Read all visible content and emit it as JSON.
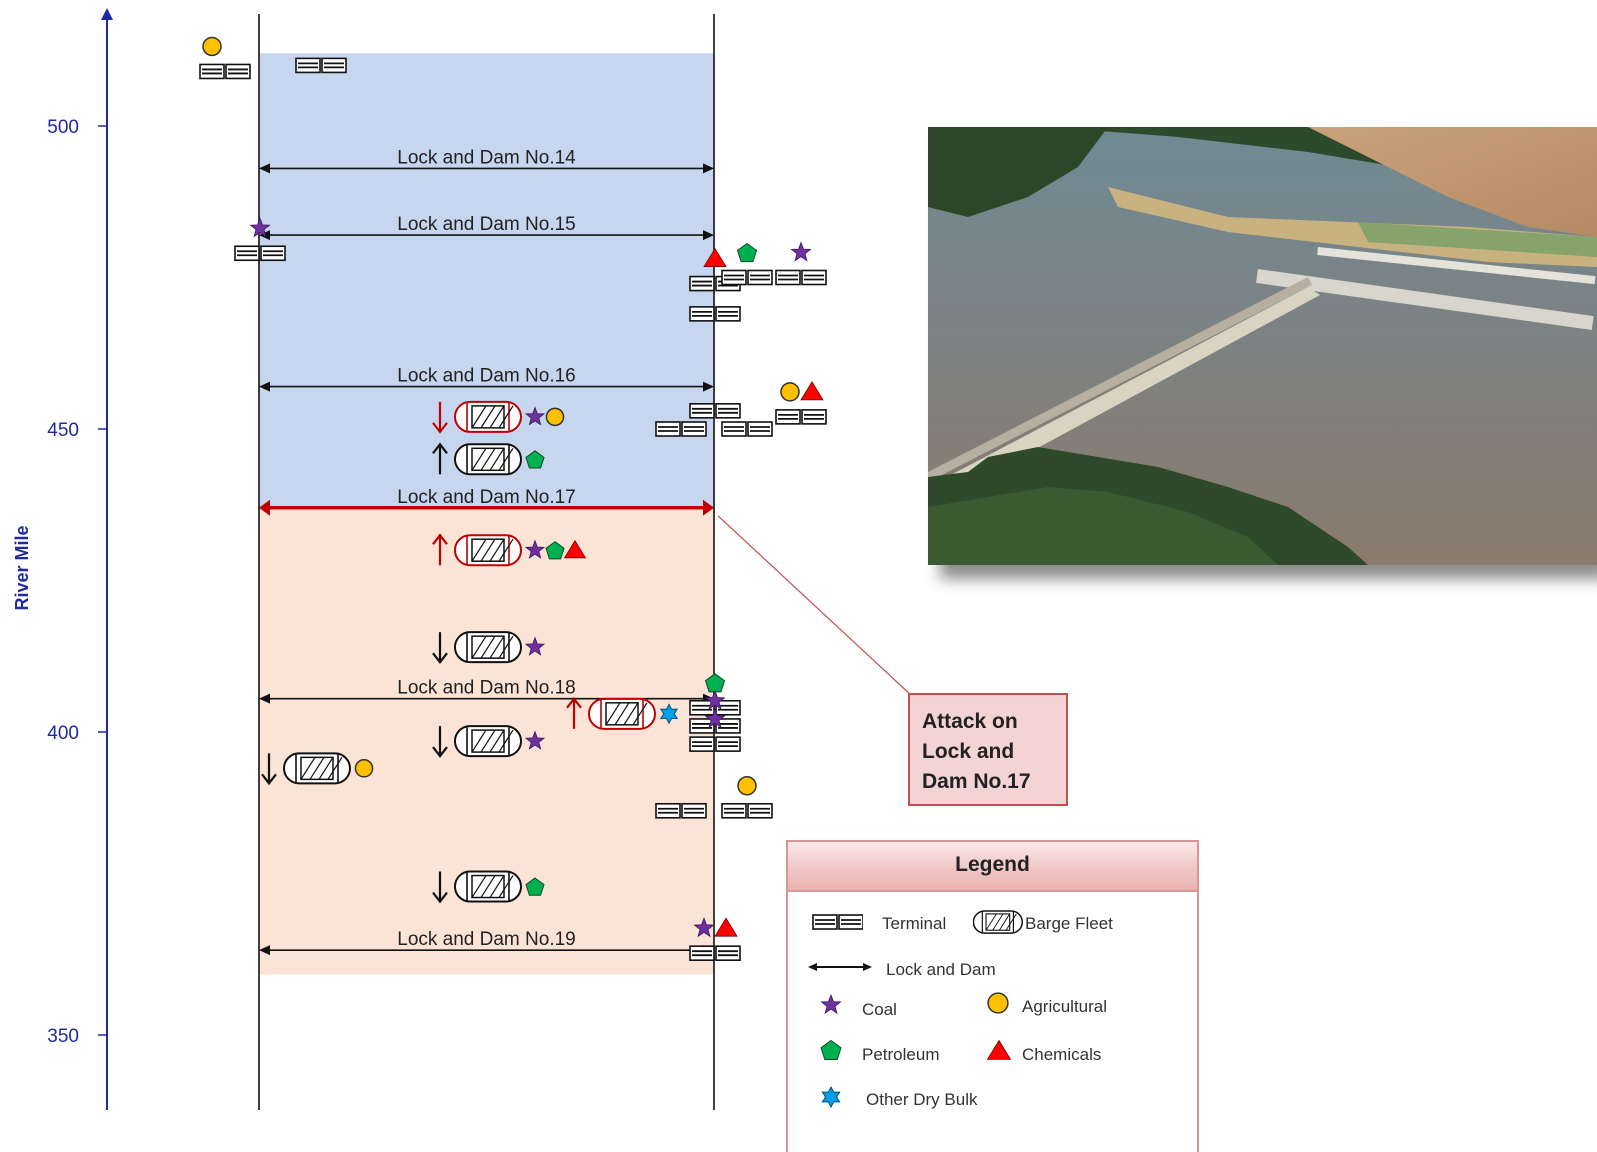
{
  "axis": {
    "title": "River Mile",
    "ticks": [
      {
        "label": "500",
        "value": 500
      },
      {
        "label": "450",
        "value": 450
      },
      {
        "label": "400",
        "value": 400
      },
      {
        "label": "350",
        "value": 350
      }
    ]
  },
  "regions": [
    {
      "name": "upstream",
      "from_mile": 437,
      "to_mile": 512,
      "color": "#c6d6ee"
    },
    {
      "name": "downstream",
      "from_mile": 360,
      "to_mile": 437,
      "color": "#fbe3d6"
    }
  ],
  "locks": [
    {
      "label": "Lock and Dam No.14",
      "mile": 493,
      "attacked": false
    },
    {
      "label": "Lock and Dam No.15",
      "mile": 482,
      "attacked": false
    },
    {
      "label": "Lock and Dam No.16",
      "mile": 457,
      "attacked": false
    },
    {
      "label": "Lock and Dam No.17",
      "mile": 437,
      "attacked": true
    },
    {
      "label": "Lock and Dam No.18",
      "mile": 405.5,
      "attacked": false
    },
    {
      "label": "Lock and Dam No.19",
      "mile": 364,
      "attacked": false
    }
  ],
  "barges": [
    {
      "direction": "down",
      "highlight": true,
      "cargo": [
        "coal",
        "agricultural"
      ],
      "mile": 452,
      "bank": "center"
    },
    {
      "direction": "up",
      "highlight": false,
      "cargo": [
        "petroleum"
      ],
      "mile": 445,
      "bank": "center"
    },
    {
      "direction": "up",
      "highlight": true,
      "cargo": [
        "coal",
        "petroleum",
        "chemicals"
      ],
      "mile": 430,
      "bank": "center"
    },
    {
      "direction": "down",
      "highlight": false,
      "cargo": [
        "coal"
      ],
      "mile": 414,
      "bank": "center"
    },
    {
      "direction": "up",
      "highlight": true,
      "cargo": [
        "other-dry-bulk"
      ],
      "mile": 403,
      "bank": "east"
    },
    {
      "direction": "down",
      "highlight": false,
      "cargo": [
        "coal"
      ],
      "mile": 398.5,
      "bank": "center"
    },
    {
      "direction": "down",
      "highlight": false,
      "cargo": [
        "agricultural"
      ],
      "mile": 394,
      "bank": "west"
    },
    {
      "direction": "down",
      "highlight": false,
      "cargo": [
        "petroleum"
      ],
      "mile": 374.5,
      "bank": "center"
    }
  ],
  "terminals": [
    {
      "bank": "west",
      "mile": 509,
      "cargo": [
        "agricultural"
      ]
    },
    {
      "bank": "west-out",
      "mile": 510,
      "cargo": []
    },
    {
      "bank": "west",
      "mile": 479,
      "cargo": [
        "coal"
      ]
    },
    {
      "bank": "east",
      "mile": 474,
      "cargo": [
        "chemicals"
      ]
    },
    {
      "bank": "east-2",
      "mile": 475,
      "cargo": [
        "petroleum"
      ]
    },
    {
      "bank": "east-3",
      "mile": 475,
      "cargo": [
        "coal"
      ]
    },
    {
      "bank": "east",
      "mile": 469,
      "cargo": []
    },
    {
      "bank": "east",
      "mile": 453,
      "cargo": []
    },
    {
      "bank": "east-in",
      "mile": 450,
      "cargo": []
    },
    {
      "bank": "east-2",
      "mile": 450,
      "cargo": []
    },
    {
      "bank": "east-3",
      "mile": 452,
      "cargo": [
        "agricultural",
        "chemicals"
      ]
    },
    {
      "bank": "east",
      "mile": 404,
      "cargo": [
        "petroleum"
      ]
    },
    {
      "bank": "east",
      "mile": 401,
      "cargo": [
        "coal"
      ]
    },
    {
      "bank": "east",
      "mile": 398,
      "cargo": [
        "coal"
      ]
    },
    {
      "bank": "east-in",
      "mile": 387,
      "cargo": []
    },
    {
      "bank": "east-2",
      "mile": 387,
      "cargo": [
        "agricultural"
      ]
    },
    {
      "bank": "east",
      "mile": 363.5,
      "cargo": [
        "coal",
        "chemicals"
      ]
    }
  ],
  "callout": {
    "text": "Attack on\nLock and\nDam No.17"
  },
  "photo": {
    "description_icon": "lock-and-dam-aerial-photo"
  },
  "legend": {
    "title": "Legend",
    "items": [
      {
        "key": "terminal",
        "label": "Terminal"
      },
      {
        "key": "barge-fleet",
        "label": "Barge Fleet"
      },
      {
        "key": "lock-and-dam",
        "label": "Lock and Dam"
      },
      {
        "key": "coal",
        "label": "Coal"
      },
      {
        "key": "agricultural",
        "label": "Agricultural"
      },
      {
        "key": "petroleum",
        "label": "Petroleum"
      },
      {
        "key": "chemicals",
        "label": "Chemicals"
      },
      {
        "key": "other-dry-bulk",
        "label": "Other Dry Bulk"
      }
    ]
  },
  "colors": {
    "axis": "#1f2aa0",
    "coal": "#7030a0",
    "agricultural": "#ffc000",
    "petroleum": "#00b050",
    "chemicals": "#ff0000",
    "other-dry-bulk": "#00a0e8",
    "attack": "#c00000"
  }
}
